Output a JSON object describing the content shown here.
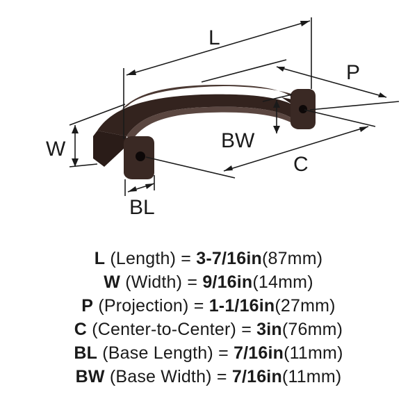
{
  "diagram": {
    "labels": {
      "L": "L",
      "W": "W",
      "P": "P",
      "C": "C",
      "BL": "BL",
      "BW": "BW"
    },
    "colors": {
      "handle": "#33231e",
      "handle_highlight": "#5a4640",
      "dimension_line": "#1a1a1a"
    }
  },
  "specs": [
    {
      "abbr": "L",
      "name": "(Length)",
      "eq": "=",
      "value": "3-7/16in",
      "metric": "(87mm)"
    },
    {
      "abbr": "W",
      "name": "(Width)",
      "eq": "=",
      "value": "9/16in",
      "metric": "(14mm)"
    },
    {
      "abbr": "P",
      "name": "(Projection)",
      "eq": "=",
      "value": "1-1/16in",
      "metric": "(27mm)"
    },
    {
      "abbr": "C",
      "name": "(Center-to-Center)",
      "eq": "=",
      "value": "3in",
      "metric": "(76mm)"
    },
    {
      "abbr": "BL",
      "name": "(Base Length)",
      "eq": "=",
      "value": "7/16in",
      "metric": "(11mm)"
    },
    {
      "abbr": "BW",
      "name": "(Base Width)",
      "eq": "=",
      "value": "7/16in",
      "metric": "(11mm)"
    }
  ]
}
